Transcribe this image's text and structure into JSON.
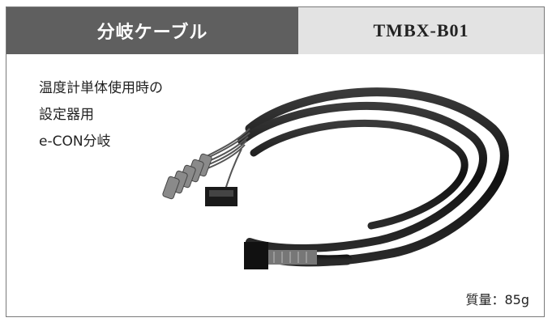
{
  "header": {
    "title": "分岐ケーブル",
    "model": "TMBX-B01"
  },
  "description": {
    "lines": [
      "温度計単体使用時の",
      "設定器用",
      "e-CON分岐"
    ]
  },
  "spec": {
    "weight": "質量：85g"
  },
  "colors": {
    "title_bg": "#5f5f5f",
    "model_bg": "#e3e3e3",
    "border": "#7a7a7a",
    "cable": "#1a1a1a"
  },
  "image": {
    "icon": "cable-product-photo"
  }
}
